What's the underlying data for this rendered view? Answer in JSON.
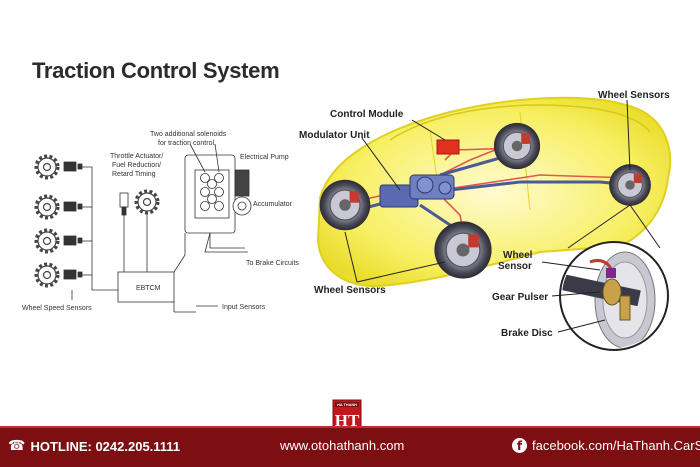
{
  "title": "Traction Control System",
  "left_diagram": {
    "solenoid_note_1": "Two additional solenoids",
    "solenoid_note_2": "for traction control.",
    "electrical_pump": "Electrical Pump",
    "throttle_1": "Throttle Actuator/",
    "throttle_2": "Fuel Reduction/",
    "throttle_3": "Retard Timing",
    "accumulator": "Accumulator",
    "brake_circuits": "To Brake Circuits",
    "ebtcm": "EBTCM",
    "wheel_speed_sensors": "Wheel Speed Sensors",
    "input_sensors": "Input Sensors"
  },
  "car_diagram": {
    "control_module": "Control Module",
    "modulator_unit": "Modulator Unit",
    "wheel_sensors_top": "Wheel Sensors",
    "wheel_sensors_bottom": "Wheel Sensors",
    "wheel_sensor_1": "Wheel",
    "wheel_sensor_2": "Sensor",
    "gear_pulser": "Gear Pulser",
    "brake_disc": "Brake Disc"
  },
  "logo": {
    "text": "HT",
    "subtext": "HA THANH"
  },
  "footer": {
    "hotline": "HOTLINE: 0242.205.1111",
    "website": "www.otohathanh.com",
    "facebook": "facebook.com/HaThanh.CarSpa"
  },
  "colors": {
    "car_body": "#f7ef62",
    "footer_bg": "#7d0f12",
    "brake_line": "#e05a4a",
    "hydraulic_line": "#4a5a9a",
    "control_module": "#e0301e"
  },
  "icons": [
    "phone-icon",
    "facebook-icon",
    "gear-icon",
    "wheel-icon"
  ]
}
